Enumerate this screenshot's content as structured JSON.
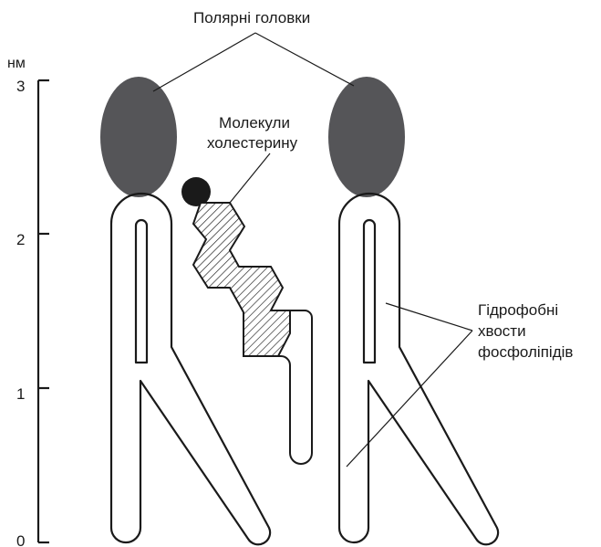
{
  "labels": {
    "polar_heads": "Полярні головки",
    "cholesterol_line1": "Молекули",
    "cholesterol_line2": "холестерину",
    "tails_line1": "Гідрофобні",
    "tails_line2": "хвости",
    "tails_line3": "фосфоліпідів"
  },
  "scale": {
    "unit": "нм",
    "ticks": [
      "3",
      "2",
      "1",
      "0"
    ]
  },
  "colors": {
    "head_fill": "#555558",
    "cholesterol_oh": "#1a1a1a",
    "outline": "#1a1a1a"
  }
}
